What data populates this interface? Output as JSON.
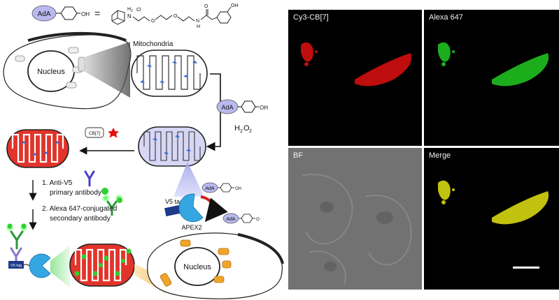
{
  "diagram": {
    "probe_chip": "AdA",
    "oh_label": "OH",
    "eq_sign": "=",
    "struct_h2": "H",
    "struct_h2_sub": "2",
    "struct_n_plus": "N",
    "struct_cl": "Cl",
    "struct_nh": "H",
    "struct_n": "N",
    "struct_o": "O",
    "struct_oh": "OH",
    "nucleus_label": "Nucleus",
    "mito_label": "Mitochondria",
    "reagent_chip": "AdA",
    "reagent_oh": "OH",
    "h2o2_main": "H",
    "h2o2_sub2": "2",
    "h2o2_o": "O",
    "h2o2_sub2b": "2",
    "cb7_label": "CB[7]",
    "step1_line1": "1. Anti-V5",
    "step1_line2": "primary antibody",
    "step2_line1": "2. Alexa 647-conjugated",
    "step2_line2": "secondary antibody",
    "v5_tag_label": "V5 tag",
    "apex2_label": "APEX2",
    "product_top_chip": "AdA",
    "product_top_oh": "OH",
    "product_bottom_chip": "AdA",
    "product_bottom_o": "O⁻",
    "v5_tag_small": "V5 tag",
    "nucleus_label_2": "Nucleus"
  },
  "panels": {
    "top_left": "Cy3-CB[7]",
    "top_right": "Alexa 647",
    "bottom_left": "BF",
    "bottom_right": "Merge"
  },
  "colors": {
    "adA_chip": "#b9b9f0",
    "mito_lumen_plain": "#ffffff",
    "mito_lumen_blue": "#d7d7f5",
    "mito_red": "#e2342a",
    "apex2_blue": "#34a7e2",
    "cy3_signal": "#e01010",
    "alexa_signal": "#22cc22",
    "merge_signal": "#d6d612",
    "nucleus_organelle": "#f0a52a"
  }
}
